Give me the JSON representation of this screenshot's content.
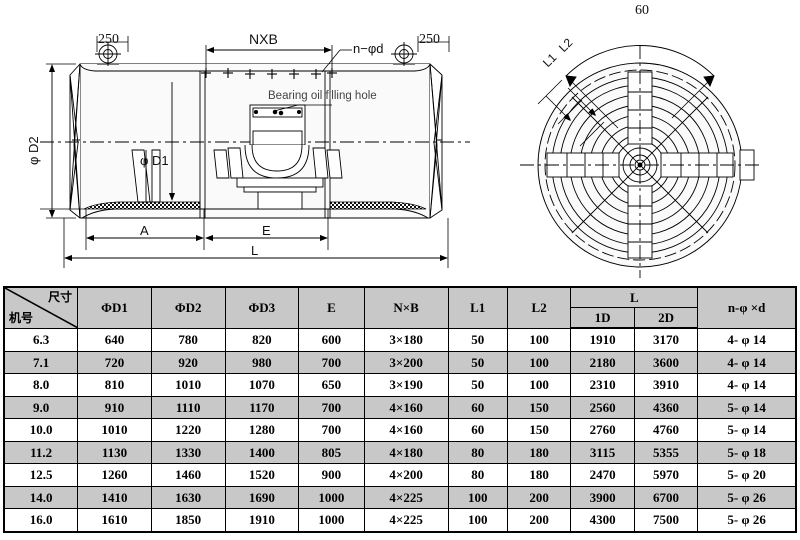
{
  "drawing_left": {
    "name": "axial-fan-side-elevation",
    "callout_left_250": "250",
    "callout_right_250": "250",
    "nxb_label": "NXB",
    "hole_label": "n−φd",
    "bearing_note": "Bearing oil filling hole",
    "phi_d2_label": "φ D2",
    "phi_d1_label": "φ D1",
    "dim_a": "A",
    "dim_e": "E",
    "dim_l": "L"
  },
  "drawing_right": {
    "name": "axial-fan-end-view",
    "angle_label": "60",
    "l1_label": "L1",
    "l2_label": "L2"
  },
  "table": {
    "corner_top": "尺寸",
    "corner_bottom": "机号",
    "headers": [
      "ΦD1",
      "ΦD2",
      "ΦD3",
      "E",
      "N×B",
      "L1",
      "L2",
      "L",
      "n-φ ×d"
    ],
    "l_sub_headers": [
      "1D",
      "2D"
    ],
    "rows": [
      {
        "model": "6.3",
        "d1": "640",
        "d2": "780",
        "d3": "820",
        "e": "600",
        "nxb": "3×180",
        "l1": "50",
        "l2": "100",
        "l_1d": "1910",
        "l_2d": "3170",
        "nphid": "4- φ 14"
      },
      {
        "model": "7.1",
        "d1": "720",
        "d2": "920",
        "d3": "980",
        "e": "700",
        "nxb": "3×200",
        "l1": "50",
        "l2": "100",
        "l_1d": "2180",
        "l_2d": "3600",
        "nphid": "4- φ 14"
      },
      {
        "model": "8.0",
        "d1": "810",
        "d2": "1010",
        "d3": "1070",
        "e": "650",
        "nxb": "3×190",
        "l1": "50",
        "l2": "100",
        "l_1d": "2310",
        "l_2d": "3910",
        "nphid": "4- φ 14"
      },
      {
        "model": "9.0",
        "d1": "910",
        "d2": "1110",
        "d3": "1170",
        "e": "700",
        "nxb": "4×160",
        "l1": "60",
        "l2": "150",
        "l_1d": "2560",
        "l_2d": "4360",
        "nphid": "5- φ 14"
      },
      {
        "model": "10.0",
        "d1": "1010",
        "d2": "1220",
        "d3": "1280",
        "e": "700",
        "nxb": "4×160",
        "l1": "60",
        "l2": "150",
        "l_1d": "2760",
        "l_2d": "4760",
        "nphid": "5- φ 14"
      },
      {
        "model": "11.2",
        "d1": "1130",
        "d2": "1330",
        "d3": "1400",
        "e": "805",
        "nxb": "4×180",
        "l1": "80",
        "l2": "180",
        "l_1d": "3115",
        "l_2d": "5355",
        "nphid": "5- φ 18"
      },
      {
        "model": "12.5",
        "d1": "1260",
        "d2": "1460",
        "d3": "1520",
        "e": "900",
        "nxb": "4×200",
        "l1": "80",
        "l2": "180",
        "l_1d": "2470",
        "l_2d": "5970",
        "nphid": "5- φ 20"
      },
      {
        "model": "14.0",
        "d1": "1410",
        "d2": "1630",
        "d3": "1690",
        "e": "1000",
        "nxb": "4×225",
        "l1": "100",
        "l2": "200",
        "l_1d": "3900",
        "l_2d": "6700",
        "nphid": "5- φ 26"
      },
      {
        "model": "16.0",
        "d1": "1610",
        "d2": "1850",
        "d3": "1910",
        "e": "1000",
        "nxb": "4×225",
        "l1": "100",
        "l2": "200",
        "l_1d": "4300",
        "l_2d": "7500",
        "nphid": "5- φ 26"
      }
    ]
  },
  "colors": {
    "header_bg": "#c8c8c8",
    "row_alt_bg": "#c8c8c8",
    "line": "#000000"
  }
}
